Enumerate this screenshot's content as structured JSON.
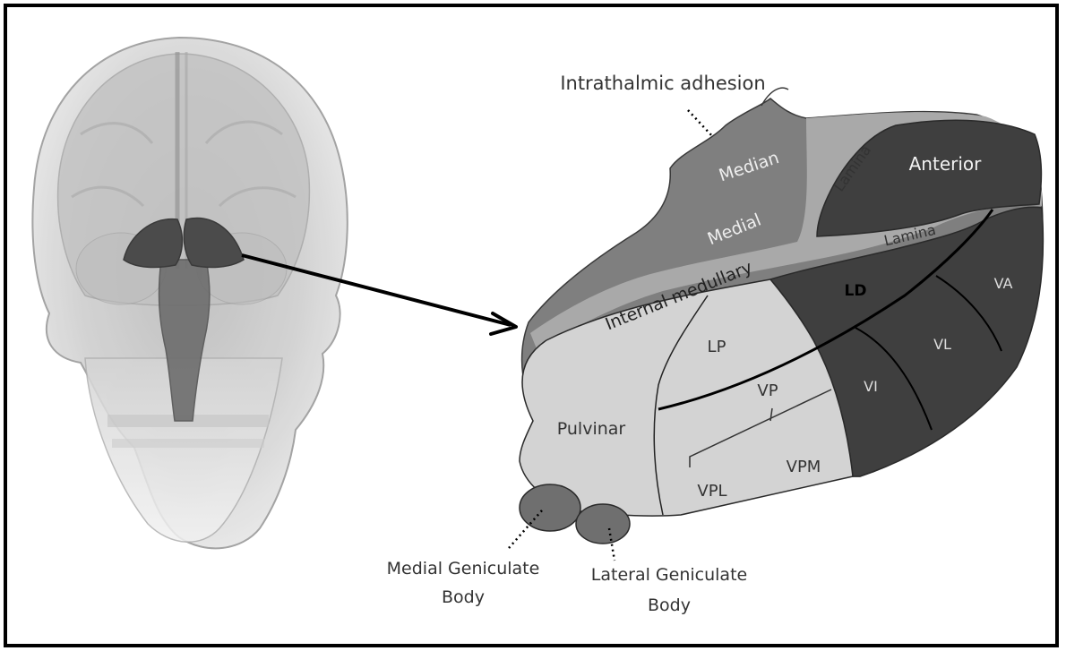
{
  "figure": {
    "labels": {
      "intrathalamic_adhesion": "Intrathalmic adhesion",
      "median": "Median",
      "medial": "Medial",
      "lamina_upper": "Lamina",
      "anterior": "Anterior",
      "lamina_lower": "Lamina",
      "internal_medullary": "Internal medullary",
      "ld": "LD",
      "va": "VA",
      "lp": "LP",
      "vl": "VL",
      "vi": "VI",
      "vp": "VP",
      "pulvinar": "Pulvinar",
      "vpm": "VPM",
      "vpl": "VPL",
      "medial_geniculate_line1": "Medial Geniculate",
      "medial_geniculate_line2": "Body",
      "lateral_geniculate_line1": "Lateral Geniculate",
      "lateral_geniculate_line2": "Body"
    },
    "colors": {
      "dark_nuclei": "#3f3f3f",
      "medium_gray": "#7f7f7f",
      "lamina_gray": "#a9a9a9",
      "light_nuclei": "#d3d3d3",
      "border": "#000000"
    }
  }
}
